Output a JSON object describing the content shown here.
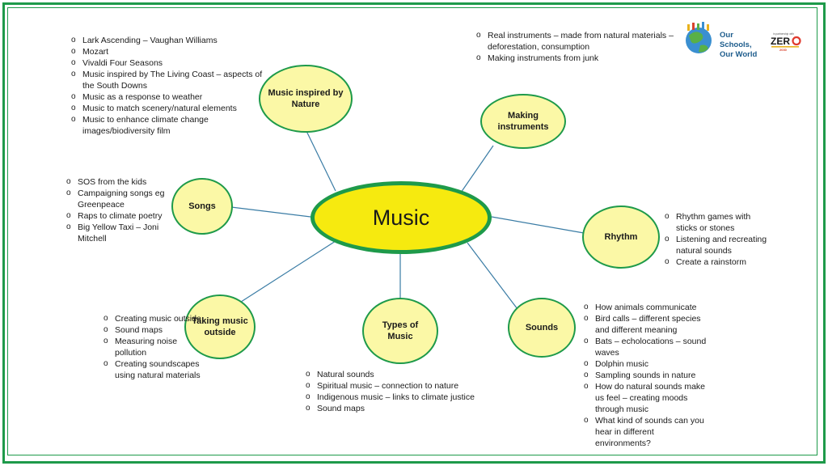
{
  "center": {
    "label": "Music"
  },
  "nodes": {
    "inspired": {
      "label": "Music inspired by Nature"
    },
    "making": {
      "label": "Making instruments"
    },
    "songs": {
      "label": "Songs"
    },
    "rhythm": {
      "label": "Rhythm"
    },
    "outside": {
      "label": "Taking music outside"
    },
    "types": {
      "label": "Types of Music"
    },
    "sounds": {
      "label": "Sounds"
    }
  },
  "notes": {
    "inspired": [
      "Lark Ascending – Vaughan Williams",
      "Mozart",
      "Vivaldi Four Seasons",
      "Music inspired by The Living Coast – aspects of the South Downs",
      "Music as a response to weather",
      "Music to match scenery/natural elements",
      "Music to enhance climate change images/biodiversity film"
    ],
    "making": [
      "Real instruments – made from natural materials – deforestation, consumption",
      "Making instruments from junk"
    ],
    "songs": [
      "SOS from the kids",
      "Campaigning songs  eg Greenpeace",
      "Raps to climate poetry",
      "Big Yellow Taxi – Joni Mitchell"
    ],
    "rhythm": [
      "Rhythm games with sticks or stones",
      "Listening and recreating natural sounds",
      "Create a rainstorm"
    ],
    "outside": [
      "Creating music outside",
      "Sound maps",
      "Measuring noise pollution",
      "Creating soundscapes using natural materials"
    ],
    "types": [
      "Natural sounds",
      "Spiritual music – connection to nature",
      "Indigenous music – links to climate justice",
      "Sound maps"
    ],
    "sounds": [
      "How animals communicate",
      "Bird calls – different species and different meaning",
      "Bats – echolocations – sound waves",
      "Dolphin music",
      "Sampling sounds in nature",
      "How do natural sounds make us feel – creating moods through music",
      "What kind of sounds can you hear in different environments?"
    ]
  },
  "logos": {
    "osow": "Our Schools, Our World",
    "zero_small": "in partnership with",
    "zero": "ZER",
    "zero_year": "2030"
  },
  "colors": {
    "frame": "#1e9a4a",
    "node_fill": "#fbf8a6",
    "center_fill": "#f6ea0f",
    "link": "#3a7ca5"
  }
}
